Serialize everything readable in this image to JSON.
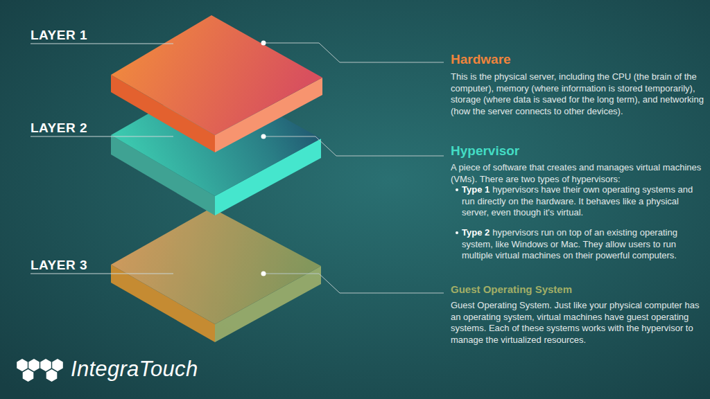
{
  "diagram": {
    "labels": [
      "LAYER 1",
      "LAYER 2",
      "LAYER 3",
      "Hardware",
      "This is the physical server, including the CPU (the brain of the computer), memory (where information is stored temporarily), storage (where data is saved for the long term), and networking (how the server connects to other devices).",
      "Hypervisor",
      "A piece of software that creates and manages virtual machines (VMs). There are two types of hypervisors:",
      "Type 1",
      "hypervisors have their own operating systems and run directly on the hardware. It behaves like a physical server, even though it's virtual.",
      "Type 2",
      "hypervisors run on top of an existing operating system, like Windows or Mac. They allow users to run multiple virtual machines on their powerful computers.",
      "Guest Operating System",
      "Guest Operating System. Just like your physical computer has an operating system, virtual machines have guest operating systems. Each of these systems works with the hypervisor to manage the virtualized resources.",
      "IntegraTouch"
    ]
  }
}
